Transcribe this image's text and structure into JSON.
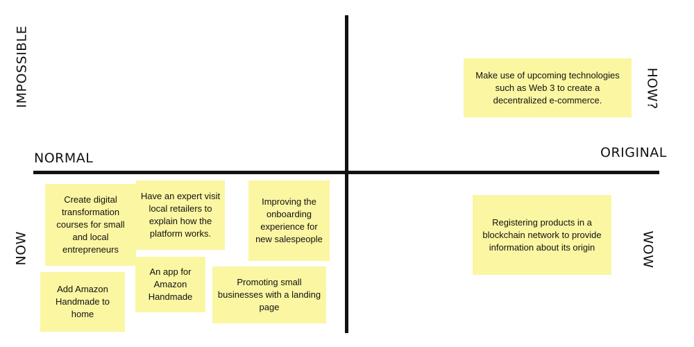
{
  "axes": {
    "top": "IMPOSSIBLE",
    "bottom": "NOW",
    "left": "NORMAL",
    "right": "ORIGINAL",
    "top_right": "HOW?",
    "bottom_right": "WOW"
  },
  "colors": {
    "note": "#fbf6a2",
    "axis": "#111111"
  },
  "notes": [
    "Create digital transformation courses for small and local entrepreneurs",
    "Have an expert visit local retailers to explain how the platform works.",
    "Improving the onboarding experience for new salespeople",
    "Add Amazon Handmade to home",
    "An app for Amazon Handmade",
    "Promoting small businesses with a landing page",
    "Make use of upcoming technologies such as Web 3 to create a decentralized e-commerce.",
    "Registering products in a blockchain network to provide information about its origin"
  ]
}
